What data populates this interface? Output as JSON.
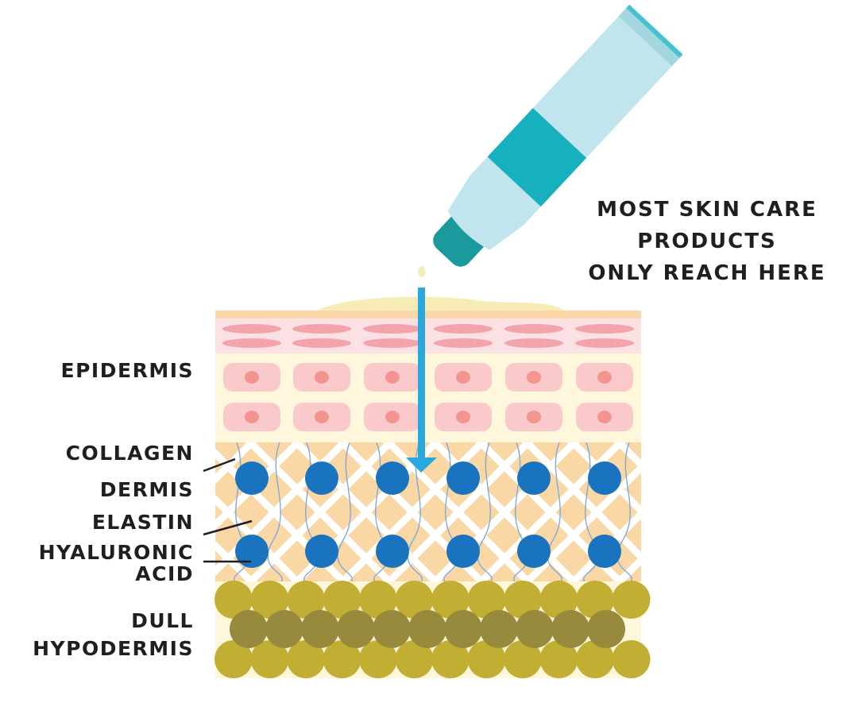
{
  "callout": {
    "lines": [
      "MOST SKIN CARE",
      "PRODUCTS",
      "ONLY REACH HERE"
    ]
  },
  "labels": {
    "epidermis": "EPIDERMIS",
    "collagen": "COLLAGEN",
    "dermis": "DERMIS",
    "elastin": "ELASTIN",
    "hyaluronic_line1": "HYALURONIC",
    "hyaluronic_line2": "ACID",
    "dull": "DULL",
    "hypodermis": "HYPODERMIS"
  },
  "icons": [
    "skin-care-tube-icon",
    "product-droplet-icon",
    "penetration-arrow-icon"
  ],
  "colors": {
    "label_text": "#1f1f22",
    "tube_body": "#c0e5ec",
    "tube_band": "#17b0be",
    "tube_cap": "#1b9a9e",
    "arrow": "#29a8df",
    "skin_surface": "#fbd7a8",
    "epidermis_top_bg": "#fbe1e3",
    "epidermis_flat_cells": "#f2a3ac",
    "epidermis_bg": "#fef7dc",
    "epidermis_cells": "#f9c9cc",
    "cell_nucleus": "#f3948f",
    "dermis_bg": "#f9d8a5",
    "collagen_mesh": "#ffffff",
    "elastin_fibers": "#7fa9dd",
    "hyaluronic_acid": "#1a73bf",
    "hypodermis_fat_light": "#c2ae33",
    "hypodermis_fat_dark": "#978a3c"
  }
}
